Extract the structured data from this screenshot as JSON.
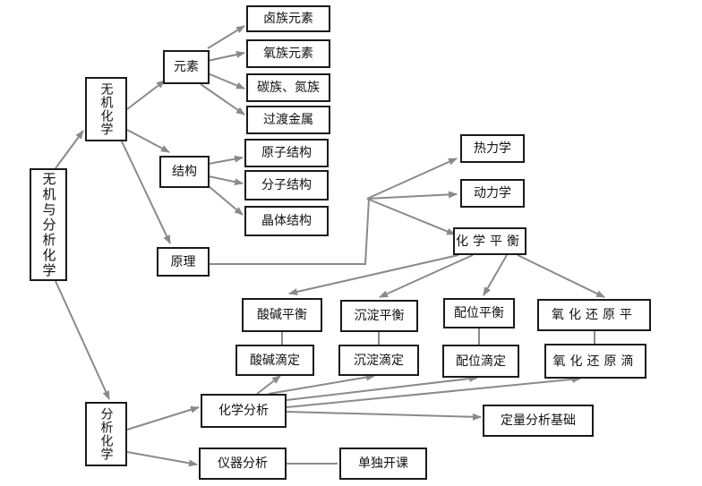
{
  "root": "无机与分析化学",
  "inorganic": "无机化学",
  "analytical": "分析化学",
  "elements": "元素",
  "structure": "结构",
  "principle": "原理",
  "element_items": [
    "卤族元素",
    "氧族元素",
    "碳族、氮族",
    "过渡金属"
  ],
  "structure_items": [
    "原子结构",
    "分子结构",
    "晶体结构"
  ],
  "principle_items": [
    "热力学",
    "动力学",
    "化学平衡"
  ],
  "equilibria": [
    "酸碱平衡",
    "沉淀平衡",
    "配位平衡",
    "氧化还原平"
  ],
  "titrations": [
    "酸碱滴定",
    "沉淀滴定",
    "配位滴定",
    "氧化还原滴"
  ],
  "chem_analysis": "化学分析",
  "instrument_analysis": "仪器分析",
  "quant_basis": "定量分析基础",
  "separate_course": "单独开课"
}
